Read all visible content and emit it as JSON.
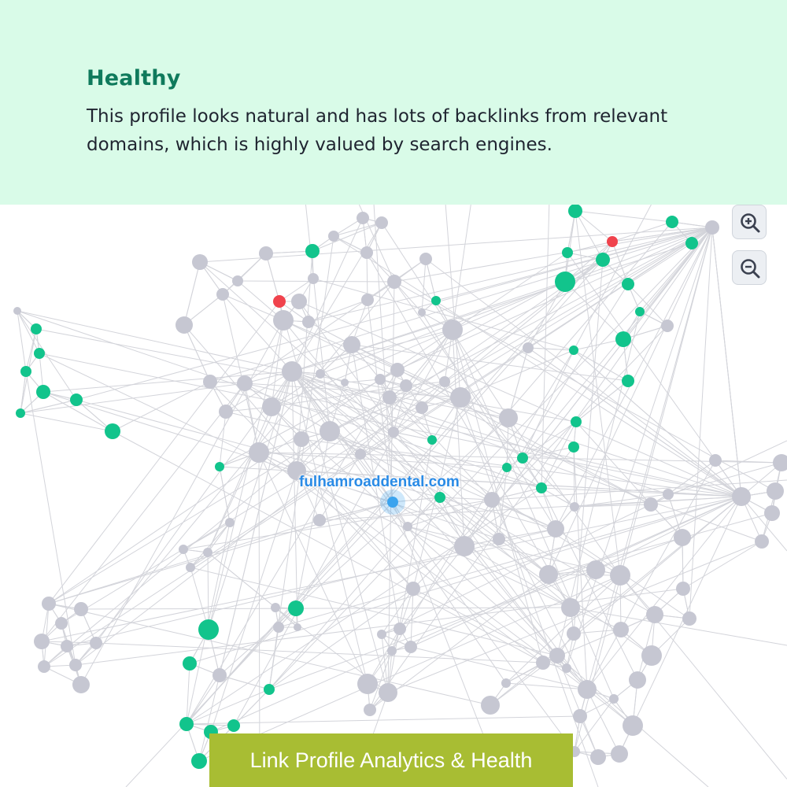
{
  "banner": {
    "status_title": "Healthy",
    "description": "This profile looks natural and has lots of backlinks from relevant domains, which is highly valued by search engines."
  },
  "graph": {
    "focus_domain": "fulhamroaddental.com",
    "colors": {
      "neutral": "#c6c7d2",
      "healthy": "#12c48c",
      "toxic": "#f0434d",
      "focus": "#3aa3ee",
      "edge": "#d3d4da"
    },
    "controls": {
      "zoom_in_icon": "zoom-in-icon",
      "zoom_out_icon": "zoom-out-icon"
    }
  },
  "caption": {
    "text": "Link Profile Analytics & Health"
  }
}
